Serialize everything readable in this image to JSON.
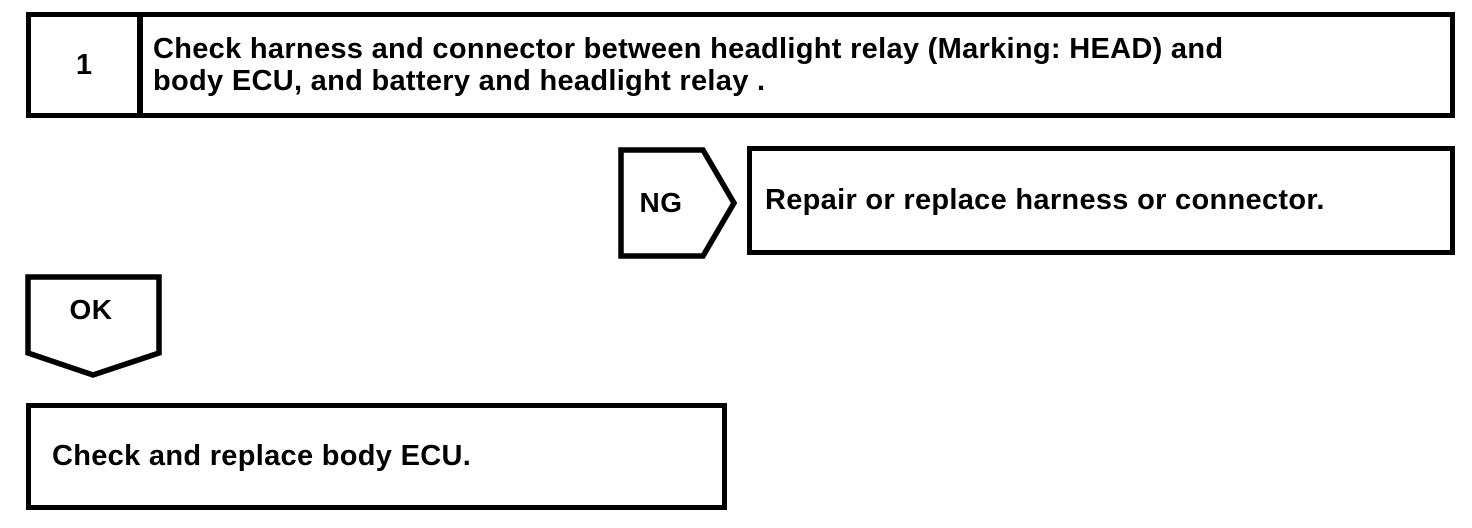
{
  "page": {
    "background_color": "#ffffff",
    "ink_color": "#000000"
  },
  "flowchart": {
    "step_box": {
      "number": "1",
      "text_line1": "Check harness and connector between headlight relay (Marking: HEAD) and",
      "text_line2": "body ECU, and battery and headlight relay ."
    },
    "ng_connector": {
      "label": "NG"
    },
    "ng_result_box": {
      "text": "Repair or replace harness or connector."
    },
    "ok_connector": {
      "label": "OK"
    },
    "ok_result_box": {
      "text": "Check and replace body ECU."
    }
  }
}
